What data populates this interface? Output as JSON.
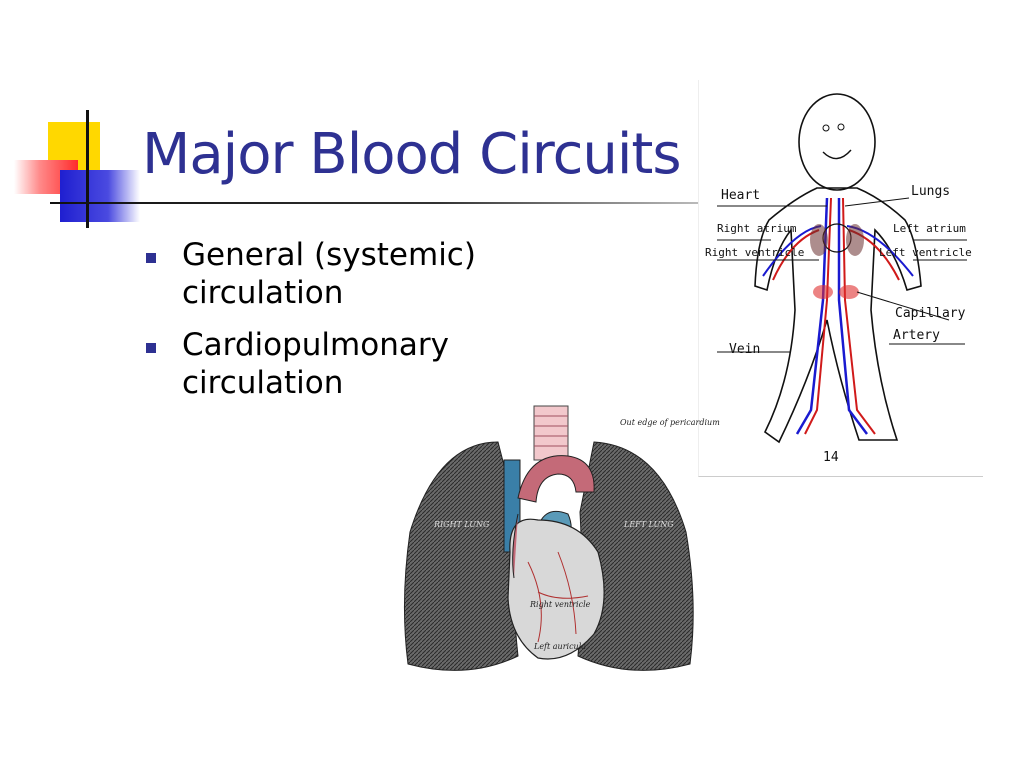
{
  "slide": {
    "title": "Major Blood Circuits",
    "bullets": [
      {
        "text": "General (systemic) circulation"
      },
      {
        "text": "Cardiopulmonary circulation"
      }
    ]
  },
  "drawing": {
    "labels": {
      "heart": "Heart",
      "lungs": "Lungs",
      "right_atrium": "Right atrium",
      "right_ventricle": "Right ventricle",
      "left_atrium": "Left atrium",
      "left_ventricle": "Left ventricle",
      "capillary": "Capillary",
      "artery": "Artery",
      "vein": "Vein",
      "page_number": "14"
    }
  },
  "anatomy": {
    "labels": {
      "pericardium": "Out edge of pericardium",
      "left_auricula": "Left auricula",
      "right_ventricle": "Right ventricle",
      "right_lung": "RIGHT LUNG",
      "left_lung": "LEFT LUNG"
    }
  },
  "colors": {
    "title": "#2e3192",
    "bullet": "#2e3192",
    "accent_yellow": "#ffd800",
    "accent_red": "#ff2b2b",
    "accent_blue": "#1f1fd0"
  }
}
